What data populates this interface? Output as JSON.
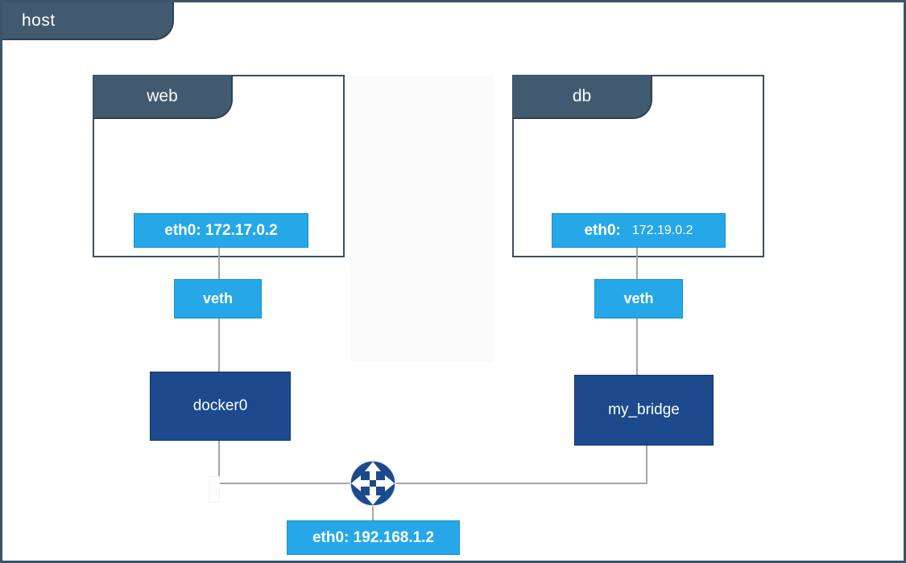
{
  "host": {
    "label": "host"
  },
  "containers": {
    "web": {
      "title": "web",
      "eth0_label": "eth0: 172.17.0.2"
    },
    "db": {
      "title": "db",
      "eth0_prefix": "eth0:",
      "eth0_ip": "172.19.0.2"
    }
  },
  "interfaces": {
    "veth_left": {
      "label": "veth"
    },
    "veth_right": {
      "label": "veth"
    },
    "host_eth0": {
      "label": "eth0: 192.168.1.2"
    }
  },
  "bridges": {
    "docker0": {
      "label": "docker0"
    },
    "my_bridge": {
      "label": "my_bridge"
    }
  },
  "icons": {
    "router": "router-crossroads-icon"
  },
  "colors": {
    "slate_header": "#415a70",
    "container_border": "#3a5064",
    "interface_blue": "#26a7e8",
    "bridge_navy": "#1c4a8c",
    "connector_gray": "#a6a6a6",
    "background": "#ffffff"
  }
}
